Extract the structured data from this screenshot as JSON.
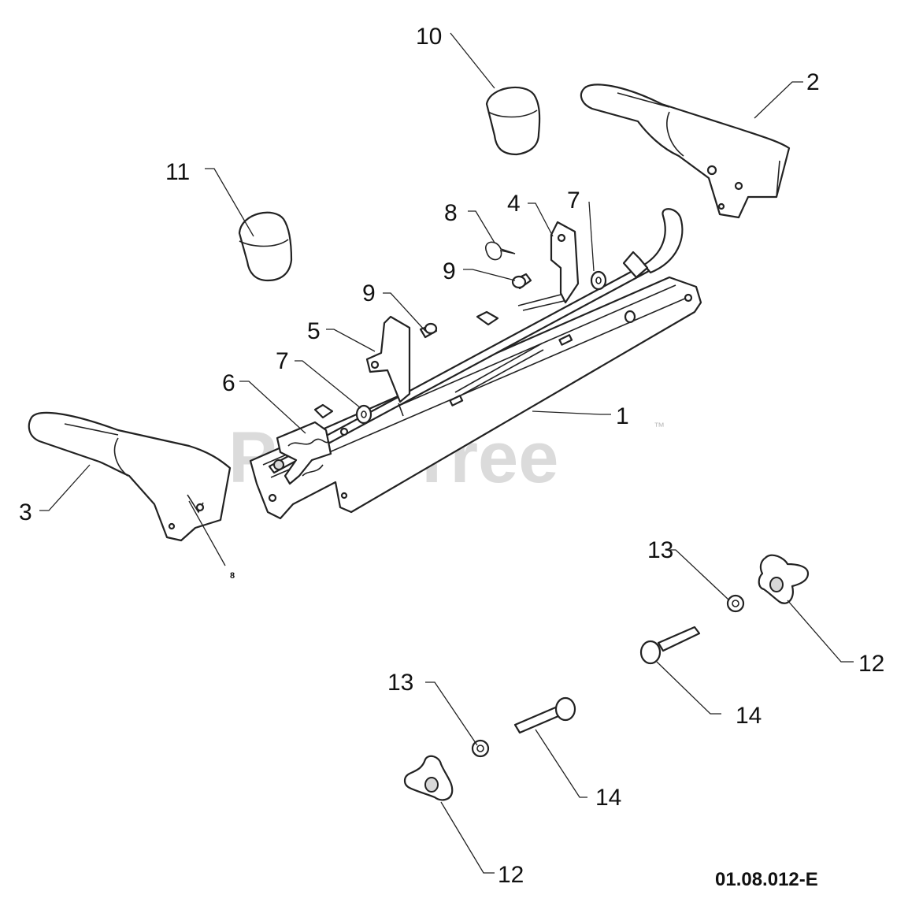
{
  "watermark": {
    "text": "PartsTree",
    "tm": "™"
  },
  "diagram_ref": "01.08.012-E",
  "callouts": {
    "c1": "1",
    "c2": "2",
    "c3": "3",
    "c4": "4",
    "c5": "5",
    "c6": "6",
    "c7a": "7",
    "c7b": "7",
    "c8a": "8",
    "c8b": "8",
    "c9a": "9",
    "c9b": "9",
    "c10": "10",
    "c11": "11",
    "c12a": "12",
    "c12b": "12",
    "c13a": "13",
    "c13b": "13",
    "c14a": "14",
    "c14b": "14"
  }
}
